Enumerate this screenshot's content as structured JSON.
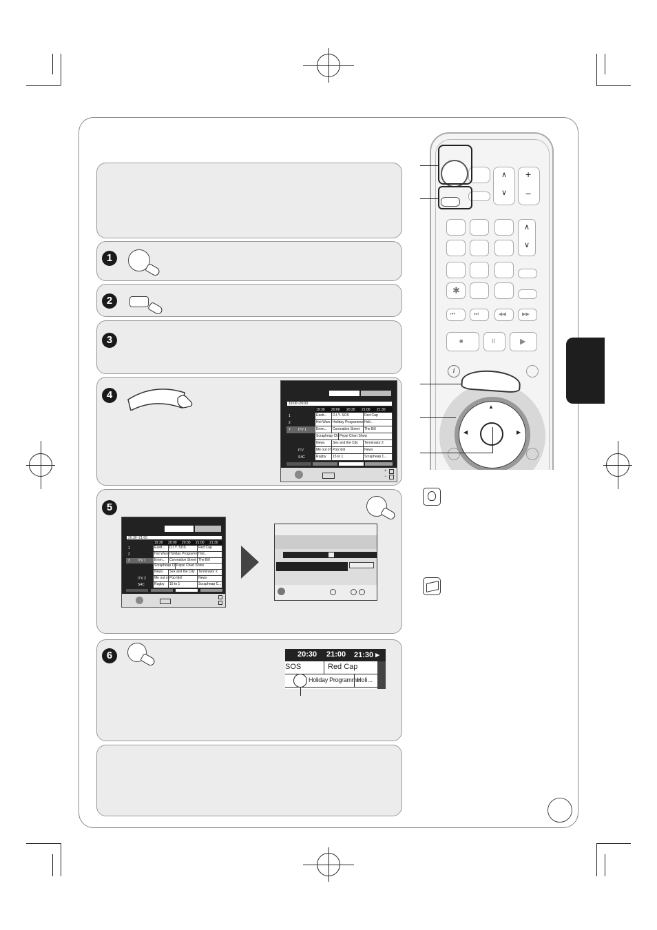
{
  "remote": {
    "buttons": [
      "+",
      "−",
      "∧",
      "∨",
      "✱",
      "⏮",
      "⏭",
      "◀◀",
      "▶▶",
      "■",
      "II",
      "▶",
      "i",
      "▲",
      "◀",
      "▶"
    ]
  },
  "guide_screen_step4": {
    "time_range": "19:00~20:00",
    "header_times": [
      "19:30",
      "20:00",
      "20:30",
      "21:00",
      "21:30"
    ],
    "rows": [
      {
        "ch": "1",
        "name": "",
        "cells": [
          "Eastt...",
          "D.I.Y. SOS",
          "Red Cap"
        ]
      },
      {
        "ch": "2",
        "name": "",
        "cells": [
          "Hot Wars",
          "Holiday Programme",
          "Holi..."
        ]
      },
      {
        "ch": "7",
        "name": "ITV 1",
        "cells": [
          "Emm...",
          "Coronation Street",
          "The Bill"
        ]
      },
      {
        "ch": "",
        "name": "",
        "cells": [
          "Scrapheap Cha...",
          "Pepsi Chart Show"
        ]
      },
      {
        "ch": "",
        "name": "",
        "cells": [
          "News",
          "Sex and the City",
          "Terminator 2"
        ]
      },
      {
        "ch": "",
        "name": "ITV",
        "cells": [
          "Me out of here !",
          "Pop Idol",
          "News"
        ]
      },
      {
        "ch": "",
        "name": "S4C",
        "cells": [
          "Rugby",
          "15 to 1",
          "Scrapheap C..."
        ]
      }
    ],
    "footer_right": [
      "+",
      "−"
    ]
  },
  "guide_screen_step5": {
    "time_range": "20:30~21:00",
    "header_times": [
      "19:30",
      "20:00",
      "20:30",
      "21:00",
      "21:30"
    ],
    "rows": [
      {
        "ch": "1",
        "name": "",
        "cells": [
          "Eastt...",
          "D.I.Y. SOS",
          "Red Cap"
        ]
      },
      {
        "ch": "2",
        "name": "",
        "cells": [
          "Hot Wars",
          "Holiday Programme",
          "Holi..."
        ]
      },
      {
        "ch": "3",
        "name": "ITV 1",
        "cells": [
          "Emm...",
          "Coronation Street",
          "The Bill"
        ]
      },
      {
        "ch": "",
        "name": "",
        "cells": [
          "Scrapheap Cha...",
          "Pepsi Chart Show"
        ]
      },
      {
        "ch": "",
        "name": "",
        "cells": [
          "News",
          "Sex and the City",
          "Terminator 2"
        ]
      },
      {
        "ch": "",
        "name": "ITV 2",
        "cells": [
          "Me out of here !",
          "Pop Idol",
          "News"
        ]
      },
      {
        "ch": "",
        "name": "S4C",
        "cells": [
          "Rugby",
          "15 to 1",
          "Scrapheap C..."
        ]
      }
    ]
  },
  "zoom_screen_step6": {
    "times": [
      "20:30",
      "21:00",
      "21:30 ▸"
    ],
    "row1": [
      "SOS",
      "Red Cap"
    ],
    "row2": [
      "Holiday Programme",
      "Holi..."
    ]
  },
  "steps": [
    "1",
    "2",
    "3",
    "4",
    "5",
    "6"
  ]
}
